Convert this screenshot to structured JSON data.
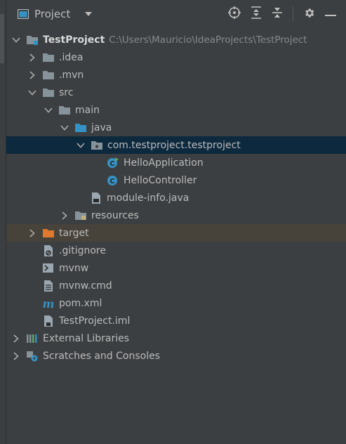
{
  "toolbar": {
    "title": "Project"
  },
  "tree": {
    "root": {
      "label": "TestProject",
      "path": "C:\\Users\\Mauricio\\IdeaProjects\\TestProject"
    },
    "idea": ".idea",
    "mvn": ".mvn",
    "src": "src",
    "main": "main",
    "java": "java",
    "package": "com.testproject.testproject",
    "hello_application": "HelloApplication",
    "hello_controller": "HelloController",
    "module_info": "module-info.java",
    "resources": "resources",
    "target": "target",
    "gitignore": ".gitignore",
    "mvnw": "mvnw",
    "mvnw_cmd": "mvnw.cmd",
    "pom": "pom.xml",
    "iml": "TestProject.iml",
    "external_libraries": "External Libraries",
    "scratches": "Scratches and Consoles"
  },
  "colors": {
    "folder": "#87939a",
    "source_folder": "#3592c4",
    "excluded_folder": "#e0782d",
    "class_icon": "#3592c4",
    "selected_row": "#0d293e",
    "excluded_row": "#48433a"
  }
}
